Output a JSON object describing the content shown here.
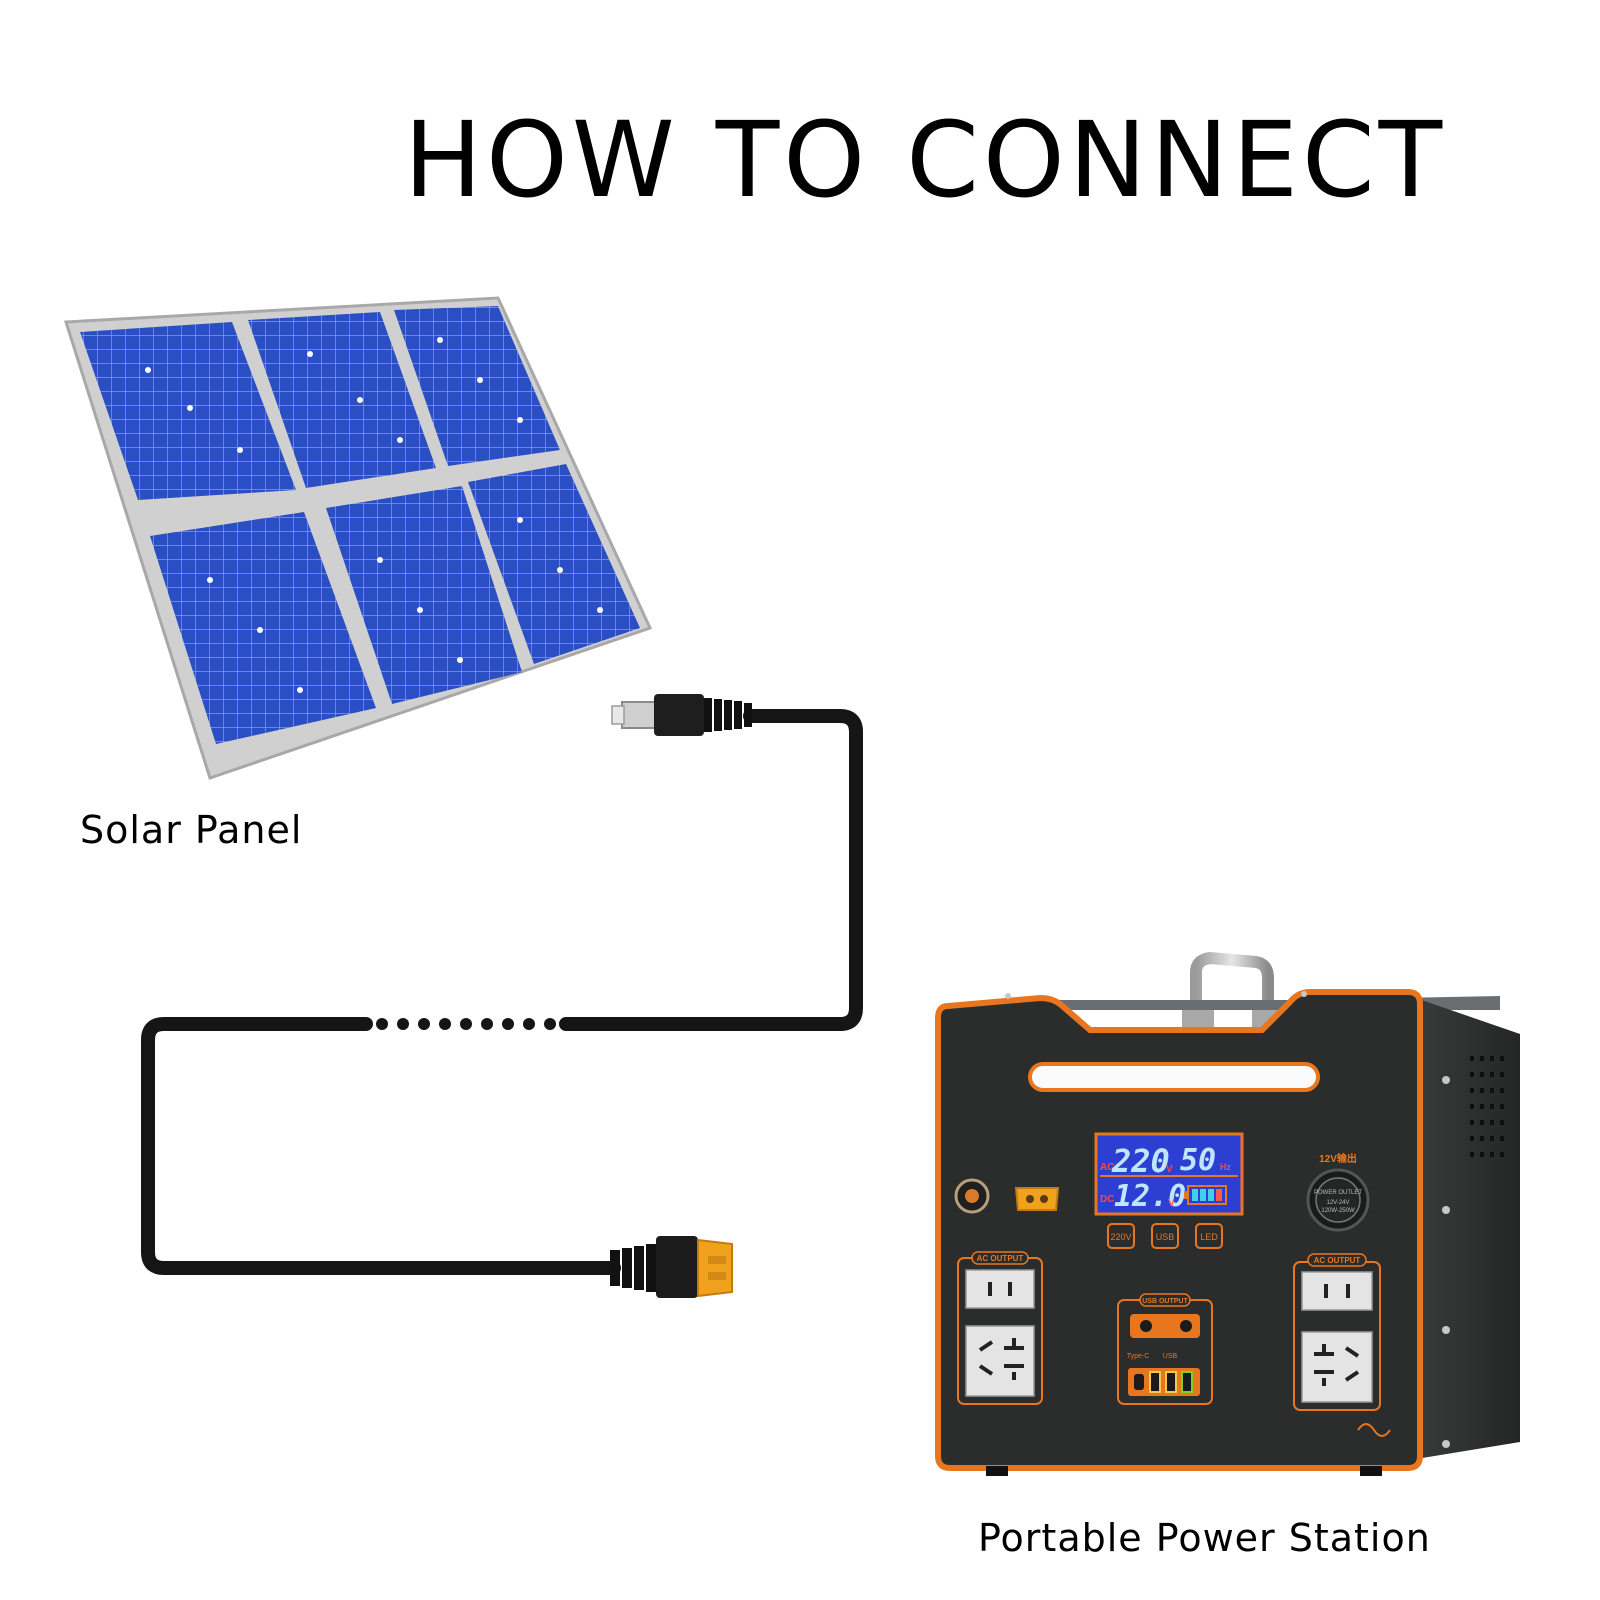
{
  "title": "HOW TO CONNECT",
  "labels": {
    "solar_panel": "Solar Panel",
    "power_station": "Portable Power Station"
  },
  "station": {
    "lcd": {
      "ac_tag": "AC",
      "ac_voltage": "220",
      "ac_unit": "V",
      "frequency": "50",
      "frequency_unit": "Hz",
      "dc_tag": "DC",
      "dc_voltage": "12.0",
      "dc_unit": "V"
    },
    "buttons": [
      "220V",
      "USB",
      "LED"
    ],
    "ac_output_left": "AC OUTPUT",
    "ac_output_right": "AC OUTPUT",
    "usb_output": "USB OUTPUT",
    "type_c": "Type-C",
    "usb": "USB",
    "car_socket": "12V输出",
    "socket_cap_1": "POWER OUTLET",
    "socket_cap_2": "12V-24V",
    "socket_cap_3": "120W-250W"
  },
  "colors": {
    "panel_frame": "#c9c9c9",
    "panel_cell": "#2a4fc4",
    "station_body": "#2b2d2c",
    "station_trim": "#e8761e",
    "lcd_bg": "#2d3fd2",
    "cable": "#151515"
  }
}
